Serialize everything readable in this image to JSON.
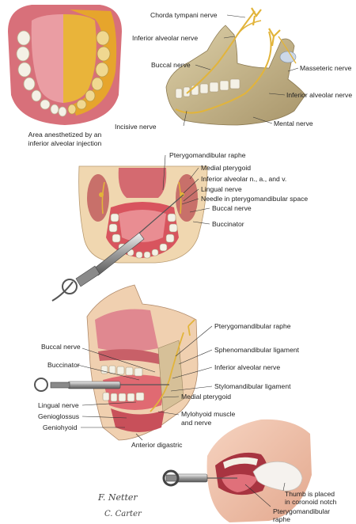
{
  "panel_a": {
    "caption_line1": "Area anesthetized by an",
    "caption_line2": "inferior alveolar injection"
  },
  "panel_b": {
    "labels": {
      "chorda_tympani": "Chorda tympani nerve",
      "inferior_alveolar_left": "Inferior alveolar nerve",
      "buccal": "Buccal nerve",
      "masseteric": "Masseteric nerve",
      "inferior_alveolar_right": "Inferior alveolar nerve",
      "mental": "Mental nerve",
      "incisive": "Incisive nerve"
    }
  },
  "panel_c": {
    "labels": {
      "pterygomandibular_raphe": "Pterygomandibular raphe",
      "medial_pterygoid": "Medial pterygoid",
      "inferior_alveolar_nav": "Inferior alveolar n., a., and v.",
      "lingual": "Lingual nerve",
      "needle": "Needle in pterygomandibular space",
      "buccal": "Buccal nerve",
      "buccinator": "Buccinator"
    }
  },
  "panel_d": {
    "labels": {
      "pterygomandibular_raphe": "Pterygomandibular raphe",
      "buccal": "Buccal nerve",
      "sphenomandibular": "Sphenomandibular ligament",
      "buccinator": "Buccinator",
      "inferior_alveolar": "Inferior alveolar nerve",
      "stylomandibular": "Stylomandibular ligament",
      "medial_pterygoid": "Medial pterygoid",
      "lingual": "Lingual nerve",
      "mylohyoid_1": "Mylohyoid muscle",
      "mylohyoid_2": "and nerve",
      "genioglossus": "Genioglossus",
      "geniohyoid": "Geniohyoid",
      "anterior_digastric": "Anterior digastric"
    }
  },
  "panel_e": {
    "labels": {
      "thumb_1": "Thumb is placed",
      "thumb_2": "in coronoid notch",
      "raphe_1": "Pterygomandibular",
      "raphe_2": "raphe"
    }
  },
  "signatures": {
    "netter": "F. Netter",
    "carter": "C. Carter"
  },
  "colors": {
    "nerve": "#e2b43a",
    "bone": "#c9b98f",
    "mucosa": "#dc7a82",
    "tooth": "#f4f1e6",
    "skin": "#f0c0a8"
  }
}
